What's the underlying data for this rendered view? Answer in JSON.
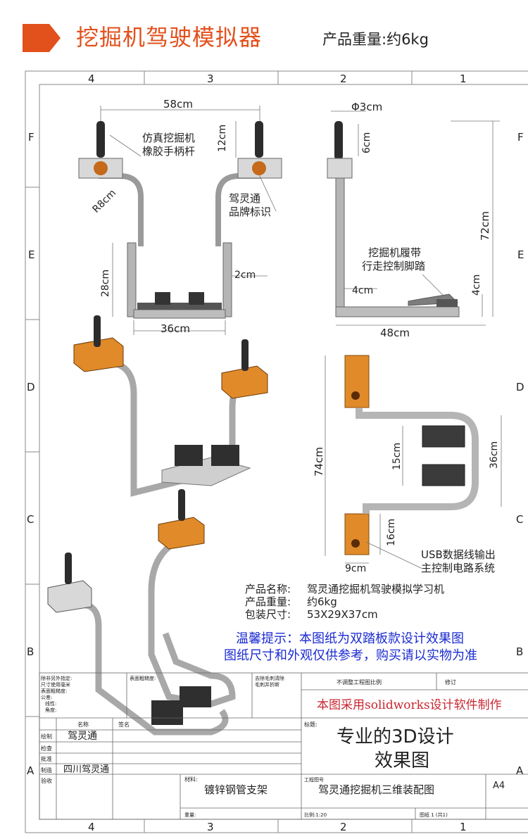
{
  "header": {
    "title": "挖掘机驾驶模拟器",
    "weight_label": "产品重量:约6kg"
  },
  "frame": {
    "columns": [
      "4",
      "3",
      "2",
      "1"
    ],
    "rows": [
      "F",
      "E",
      "D",
      "C",
      "B",
      "A"
    ]
  },
  "front_view": {
    "dim_width_top": "58cm",
    "dim_handle_height": "12cm",
    "dim_radius": "R8cm",
    "dim_frame_height": "28cm",
    "dim_tube": "2cm",
    "dim_base_width": "36cm",
    "callout_handle_line1": "仿真挖掘机",
    "callout_handle_line2": "橡胶手柄杆",
    "callout_brand_line1": "驾灵通",
    "callout_brand_line2": "品牌标识"
  },
  "side_view": {
    "dim_diameter": "Φ3cm",
    "dim_grip": "6cm",
    "dim_total_height": "72cm",
    "dim_pedal_offset": "4cm",
    "dim_pedal_height": "4cm",
    "dim_depth": "48cm",
    "callout_pedal_line1": "挖掘机履带",
    "callout_pedal_line2": "行走控制脚踏"
  },
  "top_view": {
    "dim_total_length": "74cm",
    "dim_pedal_gap": "15cm",
    "dim_width": "36cm",
    "dim_box": "16cm",
    "dim_box_width": "9cm",
    "callout_usb_line1": "USB数据线输出",
    "callout_usb_line2": "主控制电路系统"
  },
  "specs": {
    "name_label": "产品名称:",
    "name_value": "驾灵通挖掘机驾驶模拟学习机",
    "weight_label": "产品重量:",
    "weight_value": "约6kg",
    "package_label": "包装尺寸:",
    "package_value": "53X29X37cm"
  },
  "notice": {
    "line1": "温馨提示：本图纸为双踏板款设计效果图",
    "line2": "图纸尺寸和外观仅供参考，购买请以实物为准"
  },
  "title_block": {
    "note_left_1": "除非另外指定:",
    "note_left_2": "尺寸使用毫米",
    "note_left_3": "表面粗糙度:",
    "note_left_4": "公差:",
    "note_left_5": "线性:",
    "note_left_6": "角度:",
    "surface_label": "表面粗糙度:",
    "edge_note_1": "去除毛刺清除",
    "edge_note_2": "毛刺并折断",
    "scale_note": "不调整工程图比例",
    "revision_label": "修订",
    "software_note": "本图采用solidworks设计软件制作",
    "name_col": "名称",
    "sign_col": "签名",
    "row_draw": "绘制",
    "row_check": "检查",
    "row_approve": "批准",
    "row_make": "制造",
    "row_inspect": "验收",
    "drawer": "驾灵通",
    "maker": "四川驾灵通",
    "label_title": "标题:",
    "title_line1": "专业的3D设计",
    "title_line2": "效果图",
    "material_label": "材料:",
    "material": "镀锌钢管支架",
    "drawing_no_label": "工程图号",
    "drawing_no": "驾灵通挖掘机三维装配图",
    "paper": "A4",
    "weight_label": "重量:",
    "scale_label": "比例:1:20",
    "sheet_label": "图纸 1 (共1)"
  },
  "colors": {
    "accent": "#e2501c",
    "frame_steel": "#b9b9b9",
    "box_orange": "#e07a17",
    "notice_blue": "#1b2bd0",
    "note_red": "#c9252f"
  }
}
